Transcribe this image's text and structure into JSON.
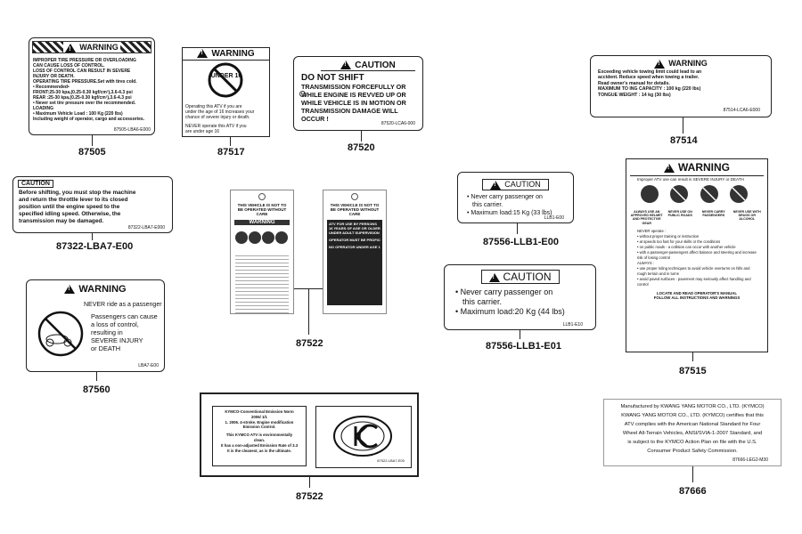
{
  "labels": {
    "l87505": {
      "part": "87505",
      "header": "WARNING",
      "lines": [
        "IMPROPER TIRE PRESSURE OR OVERLOADING",
        "CAN CAUSE LOSS OF CONTROL.",
        "LOSS OF CONTROL CAN RESULT IN SEVERE",
        "INJURY OR DEATH.",
        "OPERATING TIRE PRESSURE.Set with tires cold.",
        "• Recommended•",
        "FRONT:25-30 kpa,(0.25-0.30 kgf/cm²),3.6-4.3 psi",
        "REAR :25-30 kpa,(0.25-0.30 kgf/cm²),3.6-4.3 psi",
        "• Never set tire pressure over the recommended.",
        "LOADING",
        "• Maximum Vehicle Load : 100 Kg (220 lbs)",
        "Including weight of operator, cargo and accessories."
      ],
      "code": "87505-LBA6-E000"
    },
    "l87517": {
      "part": "87517",
      "header": "WARNING",
      "sign": "UNDER 16",
      "lines": [
        "Operating this ATV if you are",
        "under the age of 16 increases your",
        "chance of severe injury or death.",
        "NEVER operate this ATV if you",
        "are under age 16"
      ]
    },
    "l87520": {
      "part": "87520",
      "header": "CAUTION",
      "lines": [
        "DO NOT SHIFT",
        "TRANSMISSION FORCEFULLY OR",
        "WHILE ENGINE IS REVVED UP OR",
        "WHILE VEHICLE IS IN MOTION OR",
        "TRANSMISSION DAMAGE WILL",
        "OCCUR !"
      ],
      "code": "87520-LCA6-000"
    },
    "l87514": {
      "part": "87514",
      "header": "WARNING",
      "lines": [
        "Exceeding vehicle towing limit could lead to an",
        "accident. Reduce speed when towing a trailer.",
        "Read owner's manual for details.",
        "MAXIMUM TO ING CAPACITY : 100 kg (220 lbs)",
        "TONGUE WEIGHT : 14 kg (30 lbs)"
      ],
      "code": "87514-LCA6-E000"
    },
    "l87322": {
      "part": "87322-LBA7-E00",
      "header": "CAUTION",
      "lines": [
        "Before shifting, you must stop the machine",
        "and return the throttle lever to its closed",
        "position until the engine speed to the",
        "specified idling speed. Otherwise, the",
        "transmission may be damaged."
      ],
      "code": "87322-LBA7-E000"
    },
    "l87522a": {
      "part": "87522",
      "tag_title": "THIS VEHICLE IS NOT TO BE OPERATED WITHOUT CARE",
      "warning": "WARNING",
      "lines2": [
        "ATV FOR USE BY PERSONS",
        "16 YEARS OF AGE OR OLDER",
        "UNDER ADULT SUPERVISION",
        "OPERATOR MUST BE PROFICIENT",
        "NO OPERATOR UNDER AGE 16"
      ]
    },
    "l87556a": {
      "part": "87556-LLB1-E00",
      "header": "CAUTION",
      "lines": [
        "• Never carry passenger on",
        "this carrier.",
        "• Maximum load:15 Kg (33 lbs)"
      ],
      "code": "LLB1-E00"
    },
    "l87556b": {
      "part": "87556-LLB1-E01",
      "header": "CAUTION",
      "lines": [
        "• Never carry passenger on",
        "this carrier.",
        "• Maximum load:20 Kg (44 lbs)"
      ],
      "code": "LLB1-E10"
    },
    "l87515": {
      "part": "87515",
      "header": "WARNING",
      "intro": "Improper ATV use can result in SEVERE INJURY or DEATH",
      "icons": [
        "ALWAYS USE AN APPROVED HELMET AND PROTECTIVE GEAR",
        "NEVER USE ON PUBLIC ROADS",
        "NEVER CARRY PASSENGERS",
        "NEVER USE WITH DRUGS OR ALCOHOL"
      ],
      "lines": [
        "NEVER operate :",
        "• without proper training or instruction",
        "• at speeds too fast for your skills or the conditions",
        "• on public roads - a collision can occur with another vehicle",
        "• with a passenger-passengers affect balance and steering and increase risk of losing control",
        "ALWAYS :",
        "• use proper riding techniques to avoid vehicle overturns on hills and rough terrain and in turns",
        "• avoid paved surfaces - pavement may seriously affect handling and control"
      ],
      "footer": [
        "LOCATE AND READ OPERATOR'S MANUAL",
        "FOLLOW ALL INSTRUCTIONS AND WARNINGS"
      ]
    },
    "l87560": {
      "part": "87560",
      "header": "WARNING",
      "line1": "NEVER ride as a passenger",
      "lines": [
        "Passengers can cause",
        "a loss of control,",
        "resulting in",
        "SEVERE INJURY",
        "or DEATH"
      ],
      "code": "LBA7-E00"
    },
    "l87522b": {
      "part": "87522",
      "lines": [
        "KYMCO-Conventional Emission Norm",
        "2006/ 1/1",
        "1. 2006. 4-stroke. Engine modification",
        "Emission Control.",
        "This KYMCO ATV is environmentally",
        "clean.",
        "It has a non-adjusted Emission Rate of 3.3",
        "It is the cleanest, as is the ultimate."
      ],
      "code": "87522-LBA7-E00"
    },
    "l87666": {
      "part": "87666",
      "lines": [
        "Manufactured by KWANG YANG MOTOR CO., LTD. (KYMCO)",
        "KWANG YANG MOTOR CO., LTD. (KYMCO) certifies that this",
        "ATV complies with the American National Standard for Four",
        "Wheel All-Terrain Vehicles, ANSI/SVIA-1-2007 Standard, and",
        "is subject to the KYMCO Action Plan on file with the U.S.",
        "Consumer Product Safety Commission."
      ],
      "code": "87666-LEG2-M30"
    }
  }
}
